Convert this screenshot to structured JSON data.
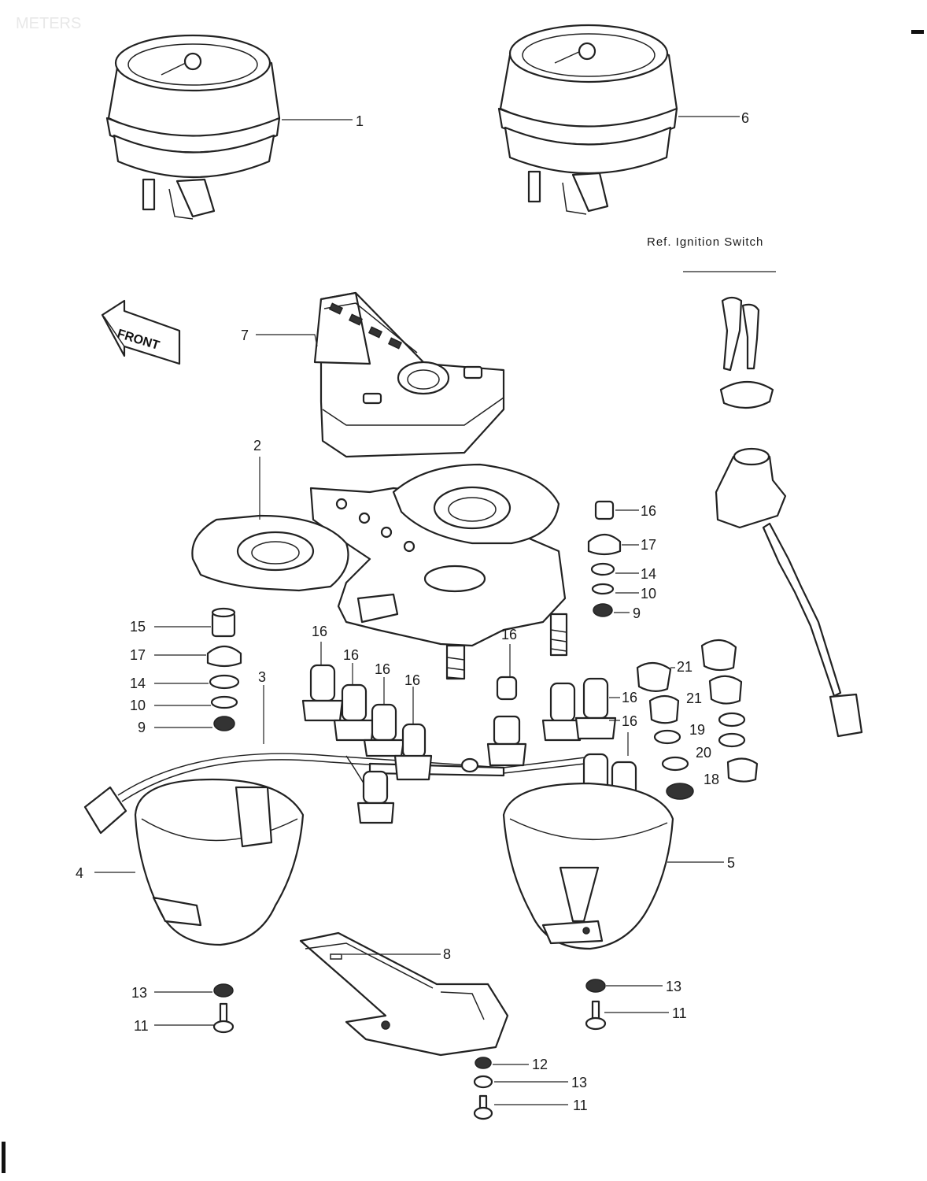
{
  "header": {
    "section_title": "METERS"
  },
  "reference_note": "Ref. Ignition Switch",
  "front_marker": "FRONT",
  "callouts": [
    {
      "label": "1"
    },
    {
      "label": "6"
    },
    {
      "label": "7"
    },
    {
      "label": "2"
    },
    {
      "label": "16"
    },
    {
      "label": "17"
    },
    {
      "label": "14"
    },
    {
      "label": "10"
    },
    {
      "label": "9"
    },
    {
      "label": "15"
    },
    {
      "label": "17"
    },
    {
      "label": "14"
    },
    {
      "label": "10"
    },
    {
      "label": "9"
    },
    {
      "label": "3"
    },
    {
      "label": "16"
    },
    {
      "label": "16"
    },
    {
      "label": "16"
    },
    {
      "label": "16"
    },
    {
      "label": "16"
    },
    {
      "label": "16"
    },
    {
      "label": "16"
    },
    {
      "label": "21"
    },
    {
      "label": "21"
    },
    {
      "label": "19"
    },
    {
      "label": "20"
    },
    {
      "label": "18"
    },
    {
      "label": "4"
    },
    {
      "label": "5"
    },
    {
      "label": "8"
    },
    {
      "label": "13"
    },
    {
      "label": "11"
    },
    {
      "label": "13"
    },
    {
      "label": "11"
    },
    {
      "label": "12"
    },
    {
      "label": "13"
    },
    {
      "label": "11"
    }
  ],
  "colors": {
    "line": "#222222",
    "background": "#ffffff"
  }
}
